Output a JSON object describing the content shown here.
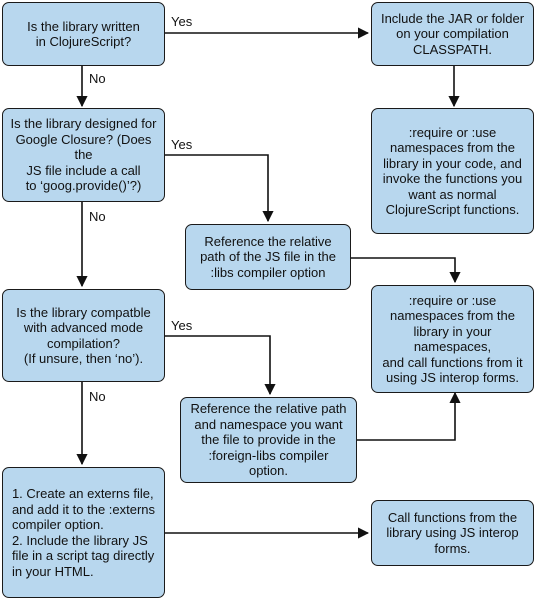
{
  "diagram": {
    "nodes": [
      {
        "id": "q1",
        "text": "Is the library written\nin ClojureScript?"
      },
      {
        "id": "a1",
        "text": "Include the JAR or folder\non your compilation\nCLASSPATH."
      },
      {
        "id": "a2",
        "text": ":require or :use\nnamespaces from the\nlibrary in your code, and\ninvoke the functions you\nwant as normal\nClojureScript functions."
      },
      {
        "id": "q2",
        "text": "Is the library designed for\nGoogle Closure? (Does the\nJS file include a call\nto ‘goog.provide()’?)"
      },
      {
        "id": "a3",
        "text": "Reference the relative\npath of the JS file in the\n:libs compiler option"
      },
      {
        "id": "a4",
        "text": ":require or :use\nnamespaces from the\nlibrary in your namespaces,\nand call functions from it\nusing JS interop forms."
      },
      {
        "id": "q3",
        "text": "Is the library compatble\nwith advanced mode\ncompilation?\n(If unsure, then ‘no’)."
      },
      {
        "id": "a5",
        "text": "Reference the relative path\nand namespace you want\nthe file to provide in the\n:foreign-libs compiler option."
      },
      {
        "id": "a6",
        "text": "1. Create an externs file,\nand add it to the :externs\ncompiler option.\n2. Include the library JS\nfile in a script tag directly\nin your HTML."
      },
      {
        "id": "a7",
        "text": "Call functions from the\nlibrary using JS interop\nforms."
      }
    ],
    "edge_labels": {
      "q1_yes": "Yes",
      "q1_no": "No",
      "q2_yes": "Yes",
      "q2_no": "No",
      "q3_yes": "Yes",
      "q3_no": "No"
    },
    "colors": {
      "node_fill": "#b8d7ee",
      "node_border": "#1a1a1a",
      "edge": "#111111"
    }
  }
}
